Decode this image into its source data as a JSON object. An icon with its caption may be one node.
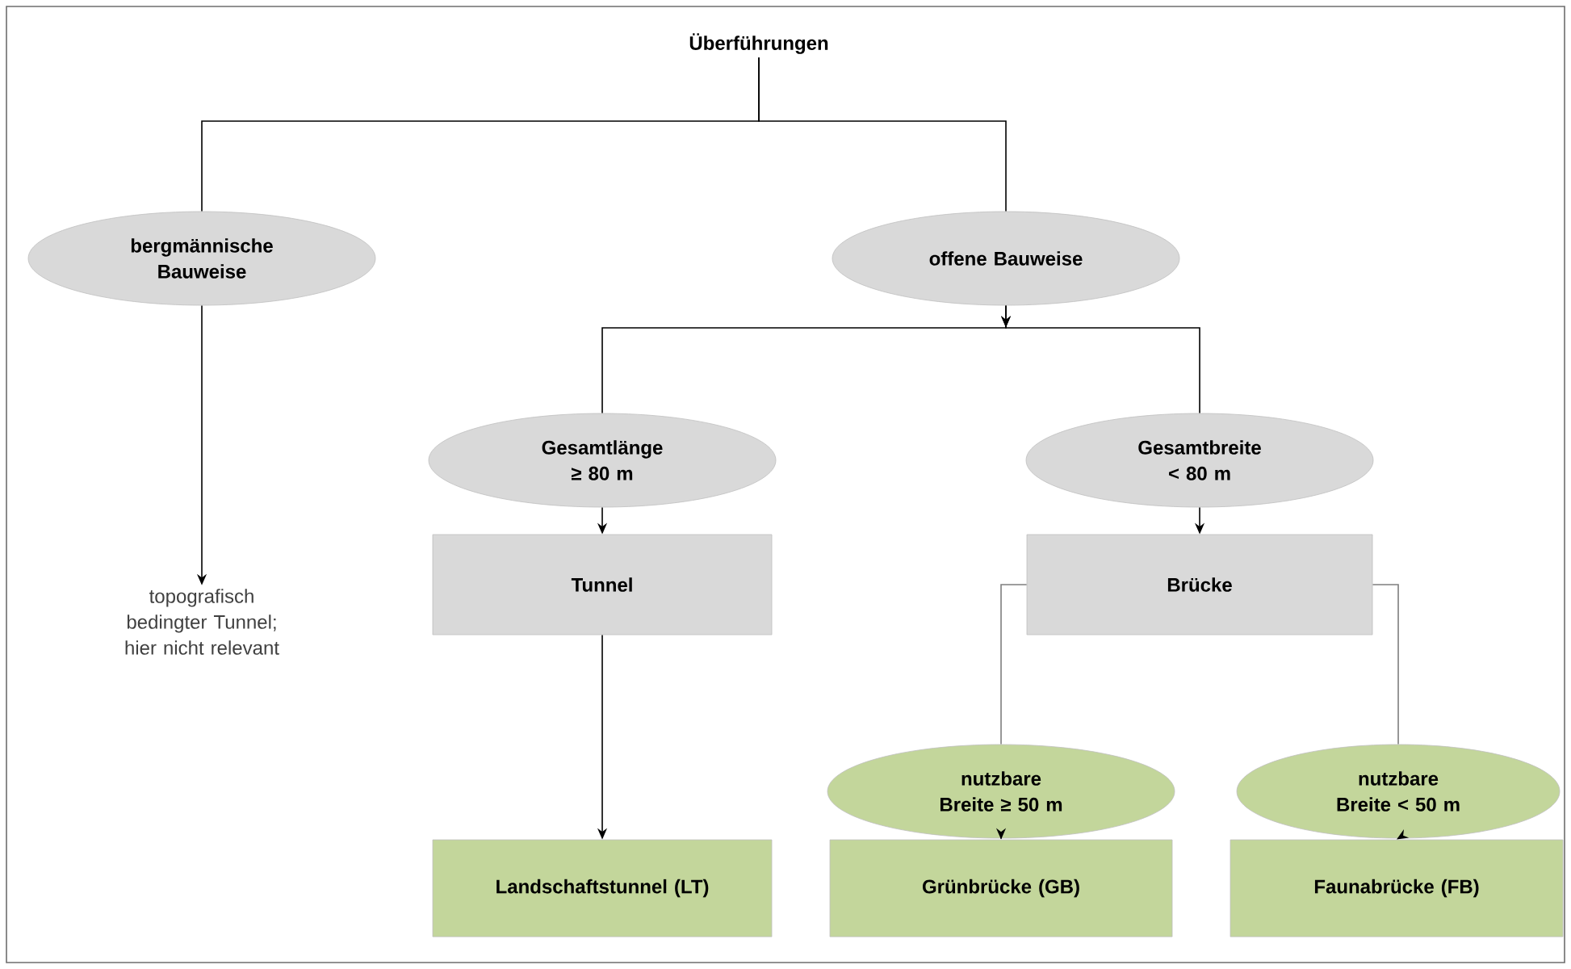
{
  "diagram": {
    "nodes": [
      {
        "text": [
          "Überführungen"
        ]
      },
      {
        "text": [
          "bergmännische Bauweise"
        ]
      },
      {
        "text": [
          "offene Bauweise"
        ]
      },
      {
        "text": [
          "Gesamtlänge ≥ 80 m"
        ]
      },
      {
        "text": [
          "Gesamtbreite < 80 m"
        ]
      },
      {
        "text": [
          "topografisch bedingter Tunnel; hier nicht relevant"
        ]
      },
      {
        "text": [
          "Tunnel"
        ]
      },
      {
        "text": [
          "Brücke"
        ]
      },
      {
        "text": [
          "nutzbare Breite ≥ 50 m"
        ]
      },
      {
        "text": [
          "nutzbare Breite < 50 m"
        ]
      },
      {
        "text": [
          "Landschaftstunnel (LT)"
        ]
      },
      {
        "text": [
          "Grünbrücke (GB)"
        ]
      },
      {
        "text": [
          "Faunabrücke (FB)"
        ]
      }
    ],
    "edges": [
      {
        "from": 0,
        "to": 1,
        "arrow": "none"
      },
      {
        "from": 0,
        "to": 2,
        "arrow": "none"
      },
      {
        "from": 1,
        "to": 5,
        "arrow": "to"
      },
      {
        "from": 2,
        "to": 3,
        "arrow": "to"
      },
      {
        "from": 2,
        "to": 4,
        "arrow": "to"
      },
      {
        "from": 3,
        "to": 6,
        "arrow": "to"
      },
      {
        "from": 4,
        "to": 7,
        "arrow": "to"
      },
      {
        "from": 6,
        "to": 10,
        "arrow": "to"
      },
      {
        "from": 7,
        "to": 8,
        "arrow": "none",
        "color": "#7f7f7f"
      },
      {
        "from": 7,
        "to": 9,
        "arrow": "none",
        "color": "#7f7f7f"
      },
      {
        "from": 8,
        "to": 11,
        "arrow": "to"
      },
      {
        "from": 9,
        "to": 12,
        "arrow": "to"
      }
    ]
  }
}
